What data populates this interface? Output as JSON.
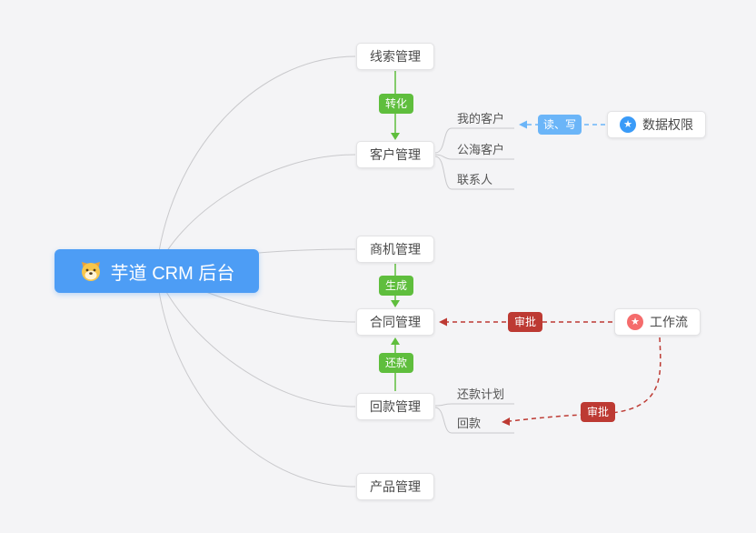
{
  "colors": {
    "bg": "#f4f4f6",
    "canvas-line": "#c9c9cc",
    "root-bg": "#4d9df5",
    "root-text": "#ffffff",
    "node-bg": "#ffffff",
    "node-border": "#e3e3e5",
    "node-text": "#4a4a4a",
    "green": "#5fbe3d",
    "blue-badge": "#6bb5f8",
    "red": "#bd3a33",
    "perm-icon": "#3a9bf8",
    "flow-icon": "#f56c6c"
  },
  "root": {
    "label": "芋道 CRM 后台",
    "icon": "dog-face"
  },
  "modules": {
    "leads": "线索管理",
    "customer": "客户管理",
    "business": "商机管理",
    "contract": "合同管理",
    "receivable": "回款管理",
    "product": "产品管理"
  },
  "edges": {
    "convert": "转化",
    "generate": "生成",
    "repay": "还款",
    "read_write": "读、写",
    "approve_contract": "审批",
    "approve_receivable": "审批"
  },
  "customer_children": [
    "我的客户",
    "公海客户",
    "联系人"
  ],
  "receivable_children": [
    "还款计划",
    "回款"
  ],
  "side_nodes": {
    "data_permission": "数据权限",
    "workflow": "工作流"
  },
  "icons": {
    "data_permission": "star-icon",
    "workflow": "star-icon",
    "star_glyph": "★"
  }
}
